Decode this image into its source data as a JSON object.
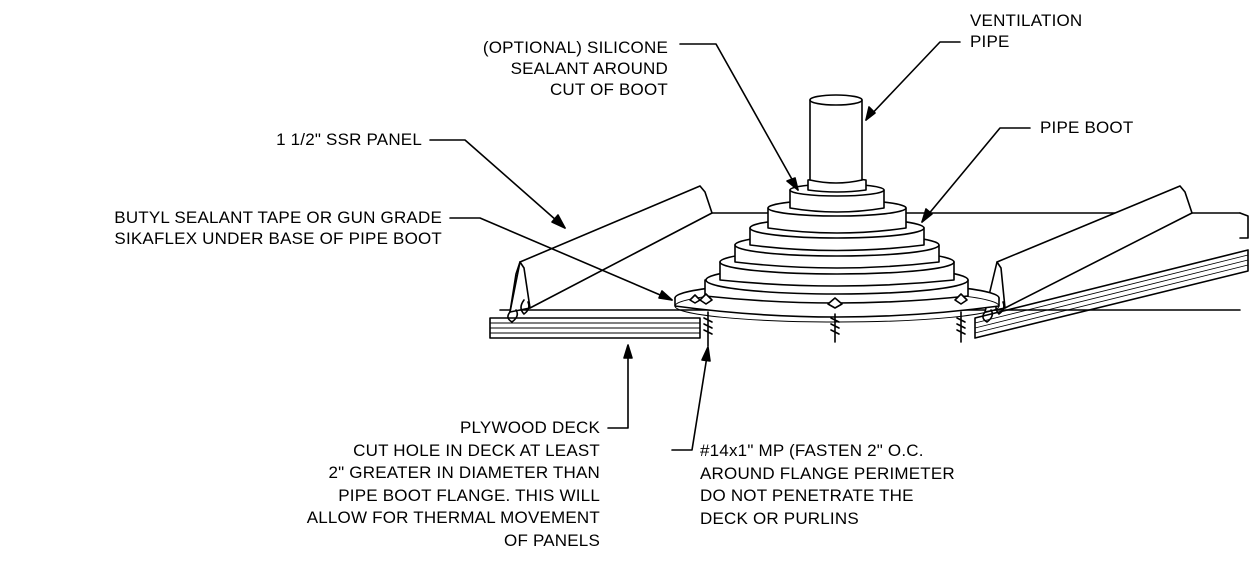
{
  "labels": {
    "ventilation_pipe": [
      "VENTILATION",
      "PIPE"
    ],
    "silicone_sealant": [
      "(OPTIONAL) SILICONE",
      "SEALANT AROUND",
      "CUT OF BOOT"
    ],
    "ssr_panel": [
      "1 1/2\" SSR PANEL"
    ],
    "pipe_boot": [
      "PIPE BOOT"
    ],
    "butyl_tape": [
      "BUTYL SEALANT TAPE OR GUN GRADE",
      "SIKAFLEX UNDER BASE OF PIPE BOOT"
    ],
    "plywood_deck": [
      "PLYWOOD DECK",
      "CUT HOLE IN DECK AT LEAST",
      "2\" GREATER IN DIAMETER THAN",
      "PIPE BOOT FLANGE.  THIS WILL",
      "ALLOW FOR THERMAL MOVEMENT",
      "OF PANELS"
    ],
    "fastener": [
      "#14x1\" MP (FASTEN 2\" O.C.",
      "AROUND FLANGE PERIMETER",
      "DO NOT PENETRATE THE",
      "DECK OR PURLINS"
    ]
  },
  "colors": {
    "line": "#000000",
    "background": "#ffffff"
  }
}
